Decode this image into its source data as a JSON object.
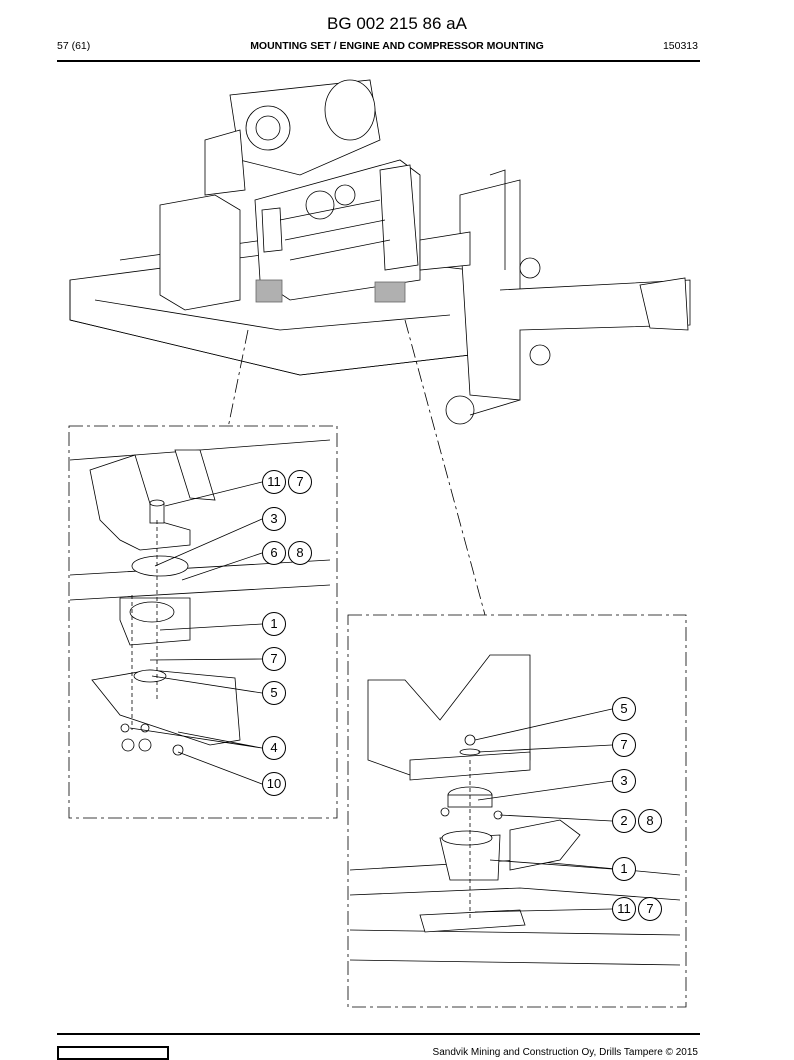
{
  "document": {
    "code": "BG 002 215 86 aA",
    "page": "57 (61)",
    "section": "MOUNTING SET / ENGINE AND COMPRESSOR MOUNTING",
    "date_code": "150313",
    "footer": "Sandvik Mining and Construction Oy, Drills Tampere © 2015"
  },
  "callouts": {
    "left": {
      "c1": "11",
      "c2": "7",
      "c3": "3",
      "c4": "6",
      "c5": "8",
      "c6": "1",
      "c7": "7",
      "c8": "5",
      "c9": "4",
      "c10": "10"
    },
    "right": {
      "c1": "5",
      "c2": "7",
      "c3": "3",
      "c4": "2",
      "c5": "8",
      "c6": "1",
      "c7": "11",
      "c8": "7"
    }
  }
}
